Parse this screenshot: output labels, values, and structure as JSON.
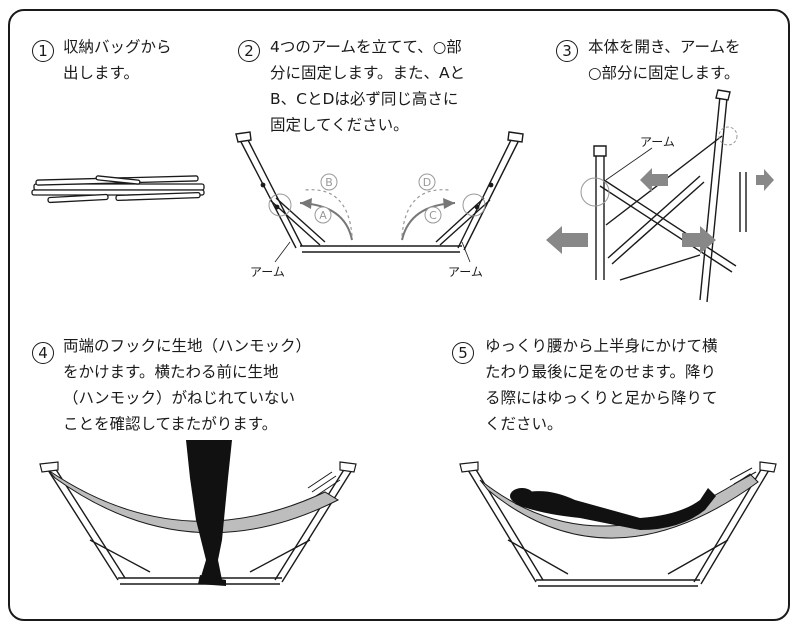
{
  "steps": [
    {
      "num": "1",
      "lines": [
        "収納バッグから",
        "出します。"
      ]
    },
    {
      "num": "2",
      "lines": [
        "4つのアームを立てて、○部",
        "分に固定します。また、Aと",
        "B、CとDは必ず同じ高さに",
        "固定してください。"
      ]
    },
    {
      "num": "3",
      "lines": [
        "本体を開き、アームを",
        "○部分に固定します。"
      ]
    },
    {
      "num": "4",
      "lines": [
        "両端のフックに生地（ハンモック）",
        "をかけます。横たわる前に生地",
        "（ハンモック）がねじれていない",
        "ことを確認してまたがります。"
      ]
    },
    {
      "num": "5",
      "lines": [
        "ゆっくり腰から上半身にかけて横",
        "たわり最後に足をのせます。降り",
        "る際にはゆっくりと足から降りて",
        "ください。"
      ]
    }
  ],
  "labels": {
    "arm": "アーム",
    "a": "A",
    "b": "B",
    "c": "C",
    "d": "D"
  },
  "colors": {
    "line": "#1a1a1a",
    "fabric": "#bdbdbd",
    "arrow": "#777777",
    "hint": "#999999"
  }
}
